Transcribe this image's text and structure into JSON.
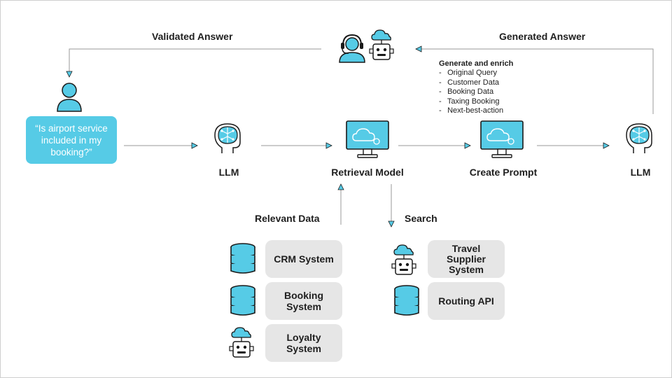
{
  "labels": {
    "validated_answer": "Validated Answer",
    "generated_answer": "Generated Answer",
    "llm_1": "LLM",
    "retrieval_model": "Retrieval Model",
    "create_prompt": "Create Prompt",
    "llm_2": "LLM",
    "relevant_data": "Relevant Data",
    "search": "Search"
  },
  "question": "“Is airport service included in my booking?”",
  "enrich": {
    "title": "Generate and enrich",
    "items": [
      "Original Query",
      "Customer Data",
      "Booking Data",
      "Taxing Booking",
      "Next-best-action"
    ]
  },
  "relevant_systems": [
    "CRM System",
    "Booking System",
    "Loyalty System"
  ],
  "search_systems": [
    "Travel Supplier System",
    "Routing API"
  ],
  "colors": {
    "accent": "#56cbe6",
    "outline": "#1a1a1a",
    "box_gray": "#e6e6e6",
    "arrow_gray": "#9a9a9a"
  },
  "icons": {
    "agent": "headset-agent-icon",
    "bot": "cloud-robot-icon",
    "user": "user-icon",
    "llm": "ai-head-icon",
    "monitor": "cloud-monitor-icon",
    "database": "database-icon"
  }
}
